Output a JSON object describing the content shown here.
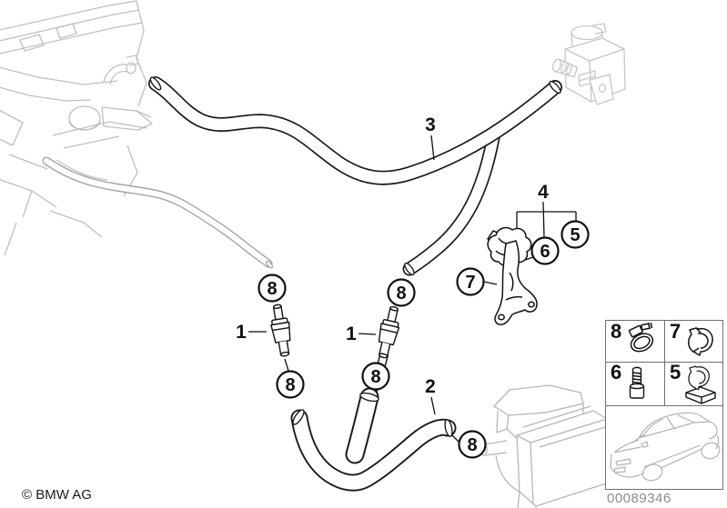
{
  "colors": {
    "hose_line": "#1a1a1a",
    "engine_sketch": "#bfbfbf",
    "context_sketch": "#b6b6b6",
    "legend_border": "#6f6f6f",
    "footer_text": "#8a8a8a"
  },
  "callouts": {
    "c8_gray_hose": "8",
    "c8_branch": "8",
    "c8_left_lower": "8",
    "c8_right_lower": "8",
    "c8_hose2": "8",
    "c7_bracket": "7",
    "c6_screw": "6",
    "c5_clip": "5"
  },
  "labels": {
    "check_valve_left": "1",
    "check_valve_right": "1",
    "hose2": "2",
    "hose3": "3",
    "bracket_group": "4"
  },
  "legend": {
    "items": [
      {
        "number": "8",
        "icon": "hose-clamp-icon"
      },
      {
        "number": "7",
        "icon": "spring-clip-icon"
      },
      {
        "number": "6",
        "icon": "screw-icon"
      },
      {
        "number": "5",
        "icon": "holder-clip-icon"
      }
    ]
  },
  "footer": {
    "copyright": "© BMW AG",
    "part_number": "00089346"
  }
}
